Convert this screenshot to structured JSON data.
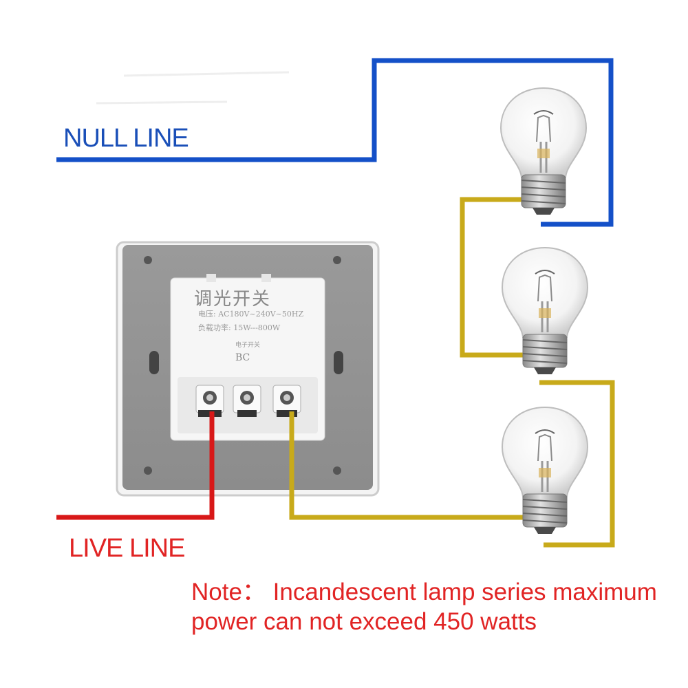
{
  "labels": {
    "null_line": "NULL LINE",
    "live_line": "LIVE LINE",
    "note_line1": "Note： Incandescent lamp series maximum",
    "note_line2": "power can not exceed 450 watts"
  },
  "switch_panel": {
    "title": "调光开关",
    "voltage": "电压: AC180V~240V~50HZ",
    "load": "负载功率: 15W---800W",
    "small_label": "电子开关",
    "model": "BC"
  },
  "lamps": [
    "bulb-1",
    "bulb-2",
    "bulb-3"
  ],
  "wire_colors": {
    "null": "#1450c8",
    "live": "#d81818",
    "load": "#c8aa1a"
  }
}
